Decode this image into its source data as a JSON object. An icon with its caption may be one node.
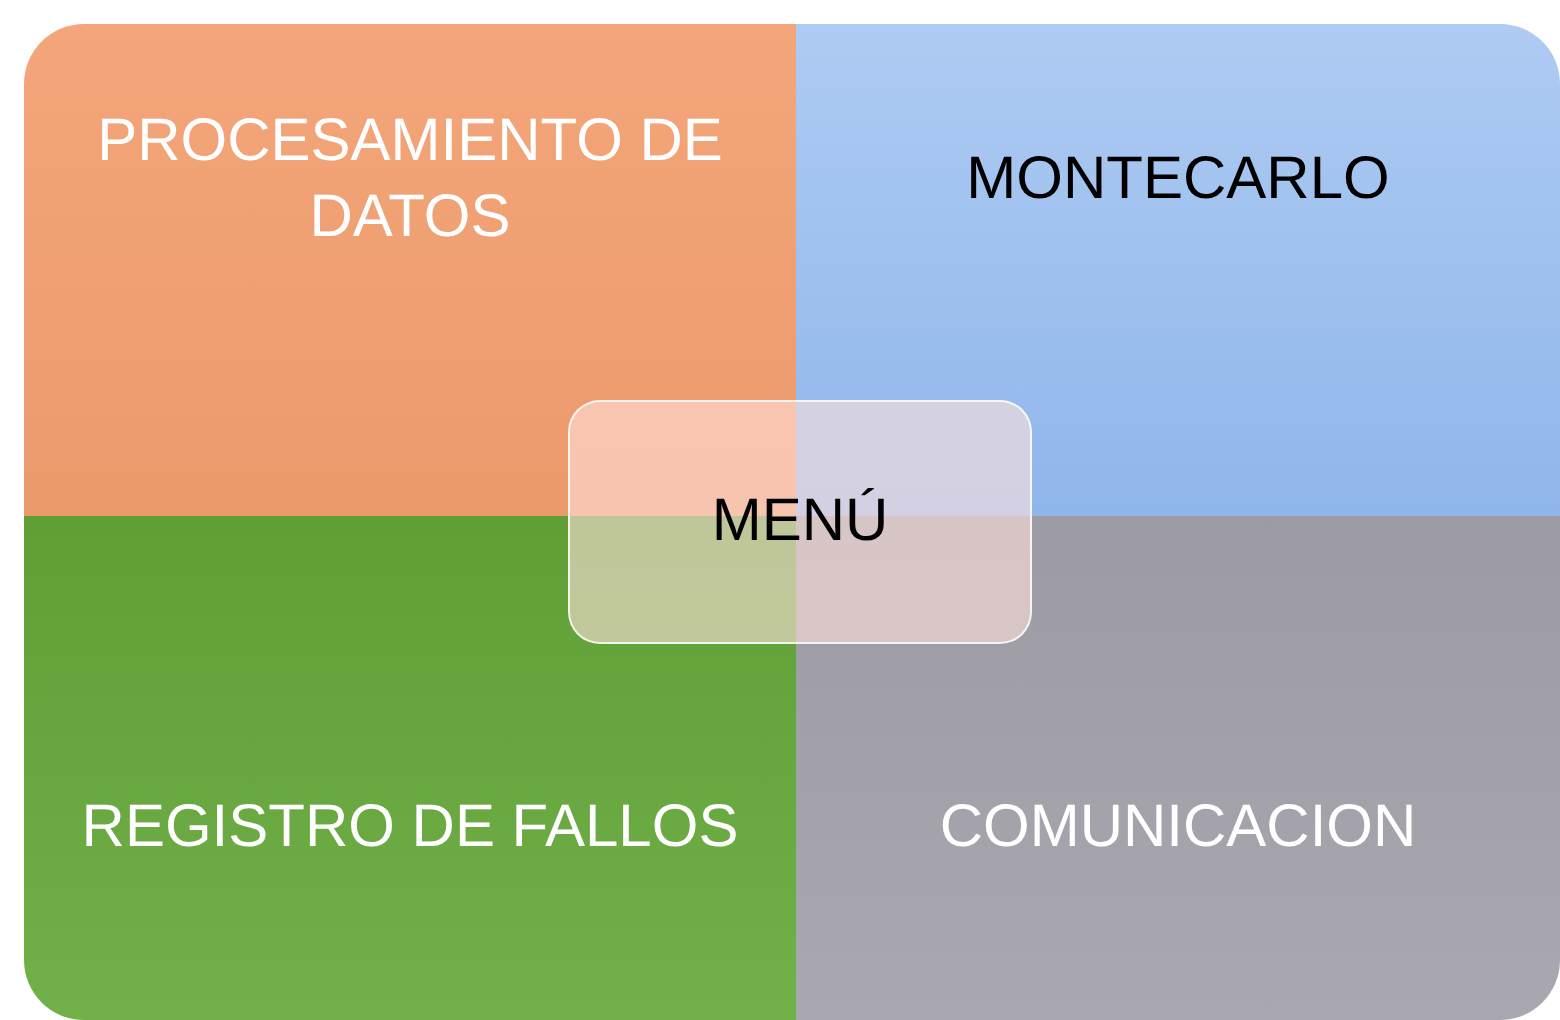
{
  "diagram": {
    "nodes": [
      {
        "text": [
          "PROCESAMIENTO DE DATOS"
        ]
      },
      {
        "text": [
          "MONTECARLO"
        ]
      },
      {
        "text": [
          "MENÚ"
        ]
      },
      {
        "text": [
          "REGISTRO DE FALLOS"
        ]
      },
      {
        "text": [
          "COMUNICACION"
        ]
      }
    ]
  }
}
